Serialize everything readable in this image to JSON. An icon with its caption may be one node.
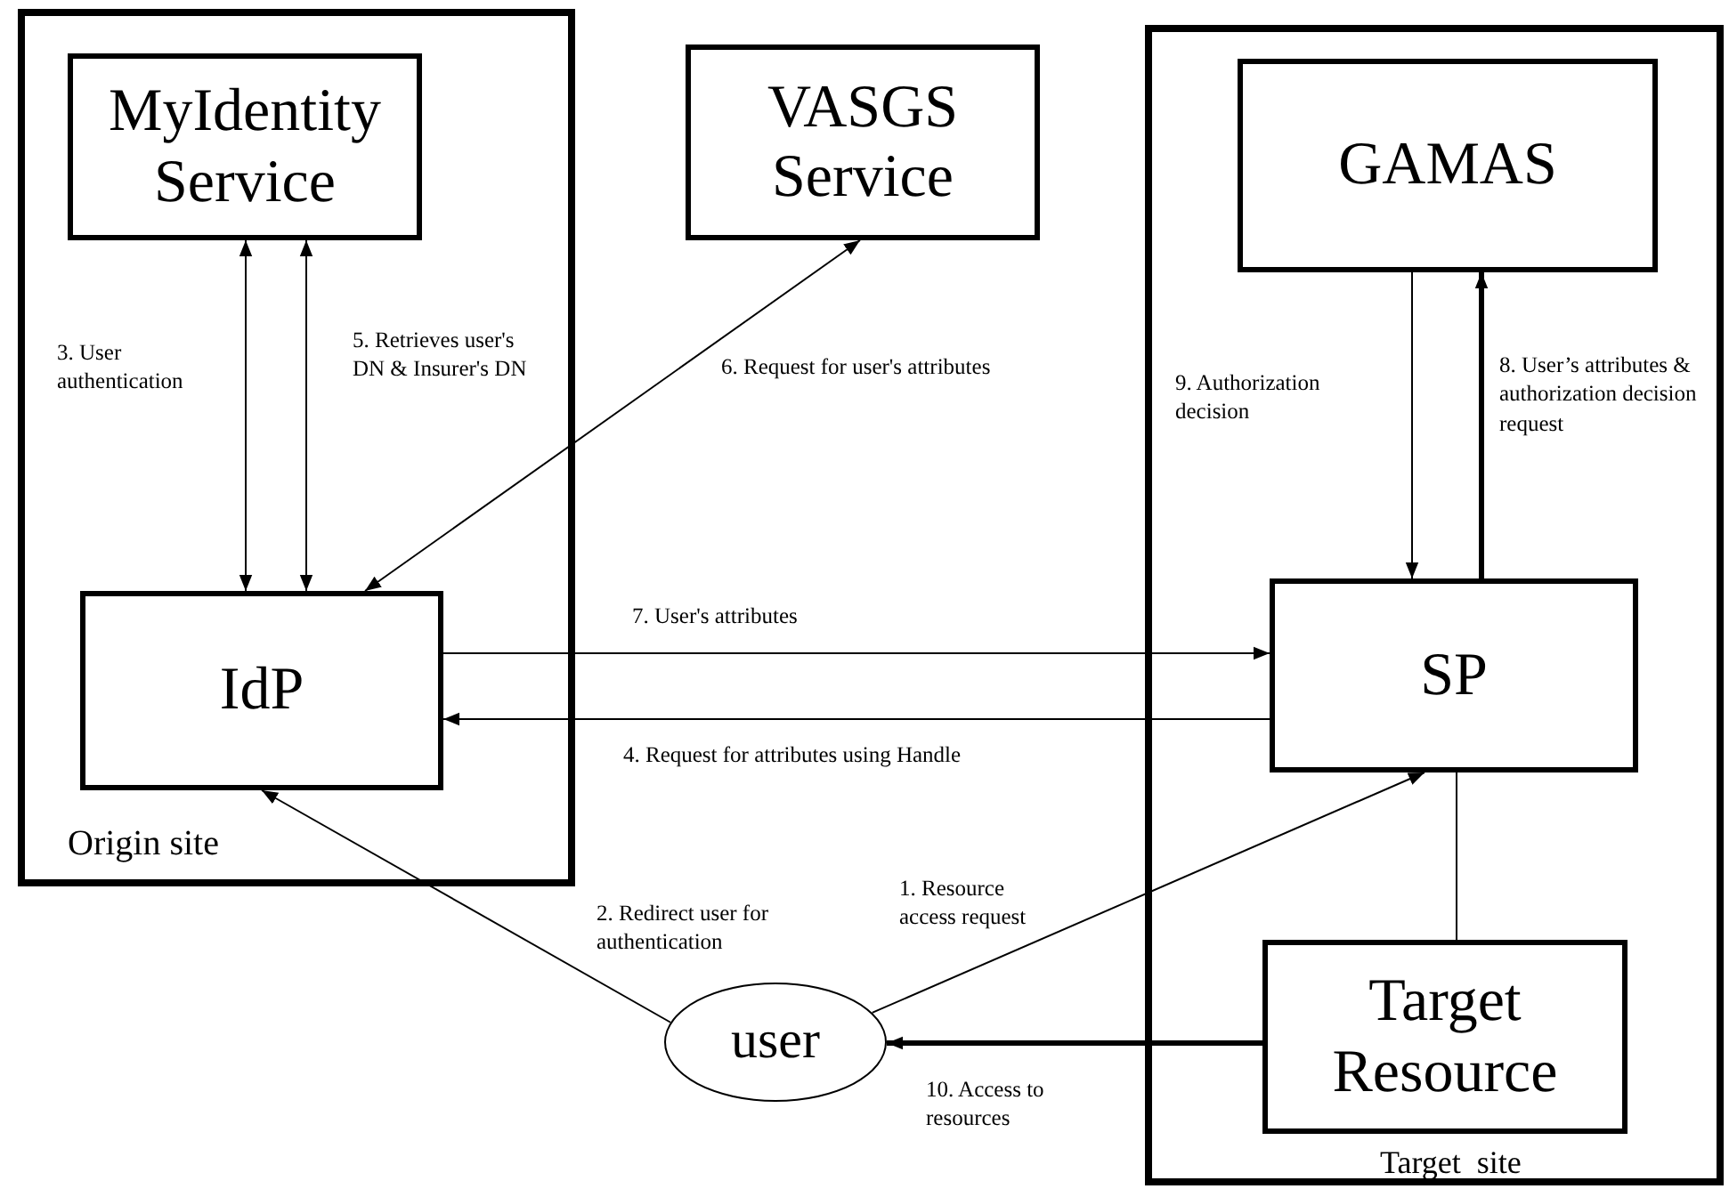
{
  "diagram": {
    "nodes": [
      {
        "text": [
          "Origin site"
        ]
      },
      {
        "text": [
          "MyIdentity Service"
        ],
        "in": 0
      },
      {
        "text": [
          "IdP"
        ],
        "in": 0
      },
      {
        "text": [
          "VASGS Service"
        ]
      },
      {
        "text": [
          "Target  site"
        ]
      },
      {
        "text": [
          "GAMAS"
        ],
        "in": 4
      },
      {
        "text": [
          "SP"
        ],
        "in": 4
      },
      {
        "text": [
          "Target Resource"
        ],
        "in": 4
      },
      {
        "text": [
          "user"
        ]
      }
    ],
    "edges": [
      {
        "from": 1,
        "to": 2,
        "arrow": "both",
        "label": "3. User authentication"
      },
      {
        "from": 1,
        "to": 2,
        "arrow": "both",
        "label": "5. Retrieves user's DN & Insurer's DN"
      },
      {
        "from": 3,
        "to": 2,
        "arrow": "both",
        "label": "6. Request for user's attributes"
      },
      {
        "from": 2,
        "to": 6,
        "arrow": "to",
        "label": "7. User's attributes"
      },
      {
        "from": 6,
        "to": 2,
        "arrow": "to",
        "label": "4. Request for attributes using Handle"
      },
      {
        "from": 5,
        "to": 6,
        "arrow": "to",
        "label": "9. Authorization decision"
      },
      {
        "from": 6,
        "to": 5,
        "arrow": "to",
        "label": "8. User’s attributes & authorization decision request",
        "style": "thick"
      },
      {
        "from": 8,
        "to": 6,
        "arrow": "to",
        "label": "1. Resource access request"
      },
      {
        "from": 8,
        "to": 2,
        "arrow": "to",
        "label": "2. Redirect user for authentication"
      },
      {
        "from": 7,
        "to": 8,
        "arrow": "to",
        "label": "10. Access to resources",
        "style": "thick"
      },
      {
        "from": 6,
        "to": 7,
        "arrow": "none"
      }
    ]
  }
}
